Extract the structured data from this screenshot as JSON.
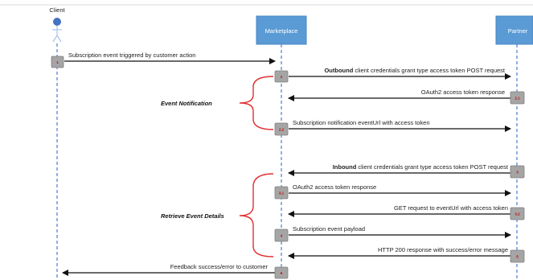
{
  "participants": {
    "client": {
      "label": "Client"
    },
    "marketplace": {
      "label": "Marketplace"
    },
    "partner": {
      "label": "Partner"
    }
  },
  "groups": {
    "event_notification": "Event Notification",
    "retrieve_event_details": "Retrieve Event Details"
  },
  "messages": [
    {
      "step": "1",
      "bold": "",
      "text": "Subscription event triggered by customer action"
    },
    {
      "step": "2",
      "bold": "Outbound",
      "text": " client credentials grant type access token POST request"
    },
    {
      "step": "2.1",
      "bold": "",
      "text": "OAuth2 access token response"
    },
    {
      "step": "2.2",
      "bold": "",
      "text": "Subscription notification eventUrl with access token"
    },
    {
      "step": "3",
      "bold": "Inbound",
      "text": " client credentials grant type access token POST request"
    },
    {
      "step": "3.1",
      "bold": "",
      "text": "OAuth2 access token response"
    },
    {
      "step": "3.2",
      "bold": "",
      "text": "GET request to eventUrl with access token"
    },
    {
      "step": "4",
      "bold": "",
      "text": "Subscription event payload"
    },
    {
      "step": "5",
      "bold": "",
      "text": "HTTP 200 response with success/error message"
    },
    {
      "step": "6",
      "bold": "",
      "text": "Feedback success/error to customer"
    }
  ],
  "colors": {
    "lifeline": "#4a7bd0",
    "participant_box": "#5b9bd5",
    "step_box": "#a5a5a5",
    "step_text": "#c00000",
    "brace": "#e03030",
    "arrow": "#111111"
  }
}
